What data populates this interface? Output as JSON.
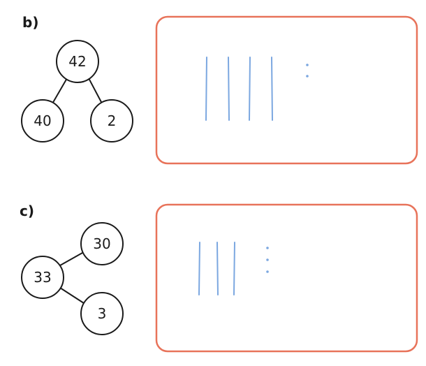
{
  "sections": [
    {
      "label": "b)",
      "tree": {
        "whole": "42",
        "parts": [
          "40",
          "2"
        ]
      },
      "tally": {
        "tens_lines": 4,
        "ones_dots": 2
      }
    },
    {
      "label": "c)",
      "tree": {
        "whole": "33",
        "parts": [
          "30",
          "3"
        ]
      },
      "tally": {
        "tens_lines": 3,
        "ones_dots": 3
      }
    }
  ],
  "colors": {
    "box_border": "#e8735a",
    "tally": "#7ba7e0",
    "node_stroke": "#1a1a1a"
  }
}
